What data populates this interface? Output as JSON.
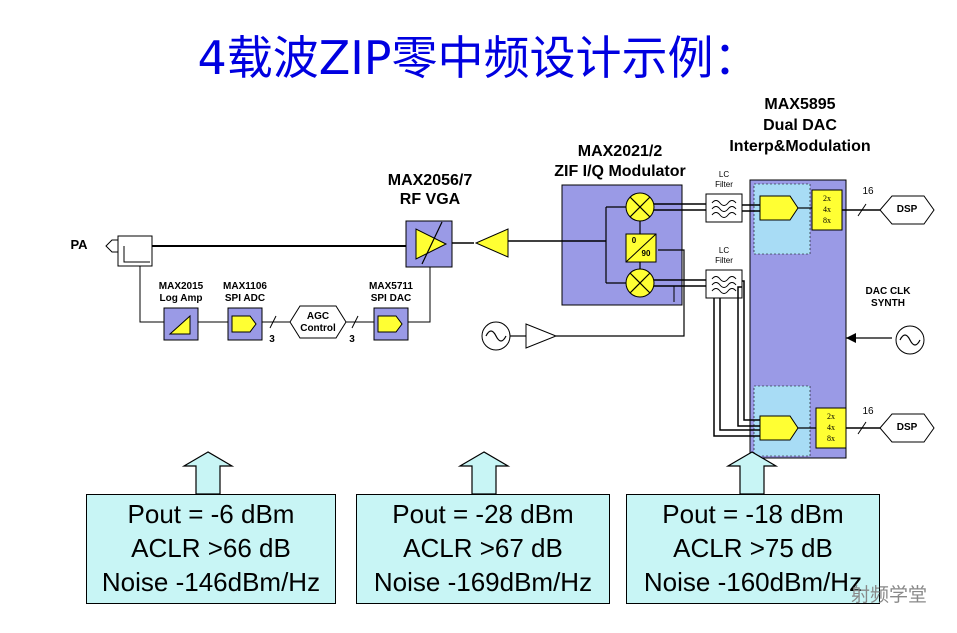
{
  "title": "4载波ZIP零中频设计示例：",
  "labels": {
    "pa": "PA",
    "vga_part": "MAX2056/7",
    "vga_name": "RF VGA",
    "mod_part": "MAX2021/2",
    "mod_name": "ZIF I/Q Modulator",
    "dac_part": "MAX5895",
    "dac_name": "Dual DAC",
    "dac_func": "Interp&Modulation",
    "log_amp_part": "MAX2015",
    "log_amp_name": "Log Amp",
    "adc_part": "MAX1106",
    "adc_name": "SPI ADC",
    "agc_1": "AGC",
    "agc_2": "Control",
    "spi_dac_part": "MAX5711",
    "spi_dac_name": "SPI DAC",
    "bus_adc": "3",
    "bus_dac": "3",
    "lc1_a": "LC",
    "lc1_b": "Filter",
    "lc2_a": "LC",
    "lc2_b": "Filter",
    "phase_top": "0",
    "phase_bot": "90",
    "interp_top": [
      "2x",
      "4x",
      "8x"
    ],
    "interp_bot": [
      "2x",
      "4x",
      "8x"
    ],
    "bus_top": "16",
    "bus_bot": "16",
    "dsp_top": "DSP",
    "dsp_bot": "DSP",
    "clk_1": "DAC CLK",
    "clk_2": "SYNTH"
  },
  "info_boxes": [
    {
      "lines": [
        "Pout = -6 dBm",
        "ACLR >66 dB",
        "Noise -146dBm/Hz"
      ]
    },
    {
      "lines": [
        "Pout = -28 dBm",
        "ACLR >67 dB",
        "Noise -169dBm/Hz"
      ]
    },
    {
      "lines": [
        "Pout = -18 dBm",
        "ACLR >75 dB",
        "Noise -160dBm/Hz"
      ]
    }
  ],
  "watermark": "射频学堂",
  "colors": {
    "title": "#0000e0",
    "block_fill": "#9a9ae6",
    "inner_fill": "#a8dcf5",
    "component_fill": "#ffff33",
    "info_fill": "#c8f5f5"
  }
}
